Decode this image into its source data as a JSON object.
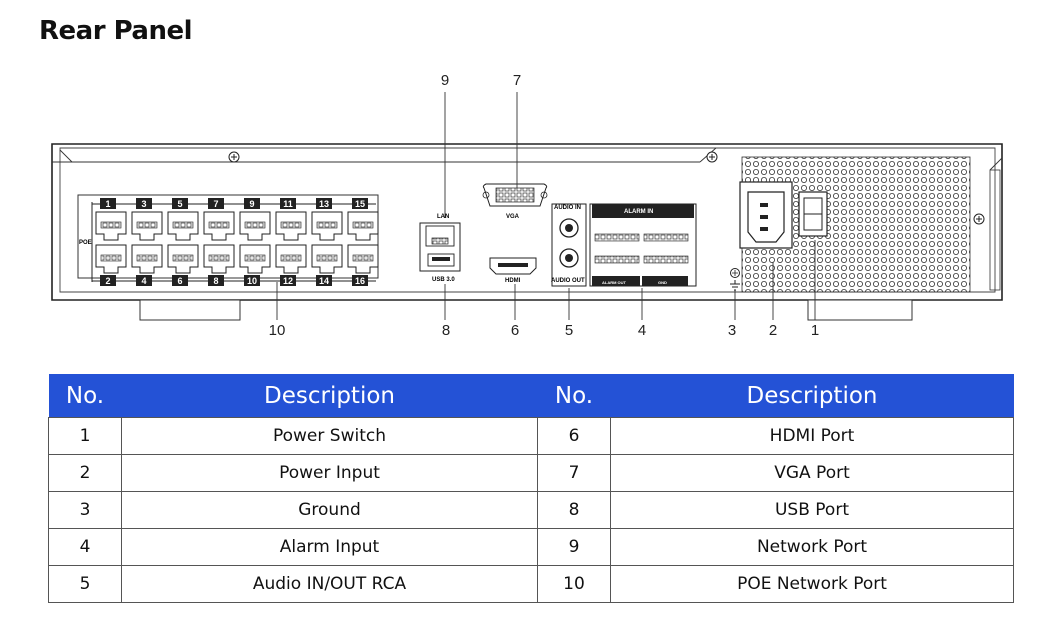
{
  "title": "Rear Panel",
  "diagram": {
    "callouts": [
      "1",
      "2",
      "3",
      "4",
      "5",
      "6",
      "7",
      "8",
      "9",
      "10"
    ],
    "poe_top_ports": [
      "1",
      "3",
      "5",
      "7",
      "9",
      "11",
      "13",
      "15"
    ],
    "poe_bottom_ports": [
      "2",
      "4",
      "6",
      "8",
      "10",
      "12",
      "14",
      "16"
    ],
    "labels": {
      "poe": "POE",
      "lan": "LAN",
      "usb": "USB 3.0",
      "vga": "VGA",
      "hdmi": "HDMI",
      "audio_in": "AUDIO IN",
      "audio_out": "AUDIO OUT",
      "alarm_in": "ALARM IN",
      "alarm_out": "ALARM OUT",
      "gnd": "GND"
    }
  },
  "table": {
    "headers": [
      "No.",
      "Description",
      "No.",
      "Description"
    ],
    "rows": [
      {
        "no1": "1",
        "desc1": "Power Switch",
        "no2": "6",
        "desc2": "HDMI Port"
      },
      {
        "no1": "2",
        "desc1": "Power Input",
        "no2": "7",
        "desc2": "VGA Port"
      },
      {
        "no1": "3",
        "desc1": "Ground",
        "no2": "8",
        "desc2": "USB Port"
      },
      {
        "no1": "4",
        "desc1": "Alarm Input",
        "no2": "9",
        "desc2": "Network Port"
      },
      {
        "no1": "5",
        "desc1": "Audio IN/OUT RCA",
        "no2": "10",
        "desc2": "POE Network Port"
      }
    ]
  },
  "colors": {
    "header_bg": "#2452d6",
    "header_text": "#ffffff"
  }
}
